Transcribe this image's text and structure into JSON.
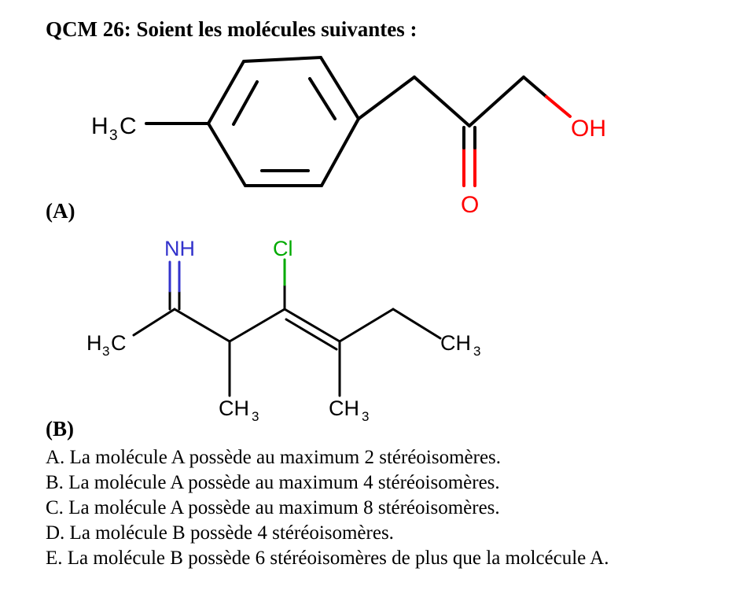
{
  "question_title": "QCM 26: Soient les molécules suivantes :",
  "molecule_a": {
    "label": "(A)",
    "atoms": {
      "methyl_h": "H",
      "methyl_sub": "3",
      "methyl_c": "C",
      "hydroxyl": "OH",
      "carbonyl_o": "O"
    },
    "colors": {
      "bond": "#000000",
      "oxygen": "#ff0000"
    }
  },
  "molecule_b": {
    "label": "(B)",
    "atoms": {
      "imine": "NH",
      "chlorine": "Cl",
      "left_methyl_h": "H",
      "left_methyl_sub": "3",
      "left_methyl_c": "C",
      "right_methyl_c": "CH",
      "right_methyl_sub": "3",
      "methyl_1_c": "CH",
      "methyl_1_sub": "3",
      "methyl_2_c": "CH",
      "methyl_2_sub": "3"
    },
    "colors": {
      "bond": "#000000",
      "nitrogen": "#3333cc",
      "chlorine": "#00aa00"
    }
  },
  "options": [
    "A. La molécule A possède au maximum 2 stéréoisomères.",
    "B. La molécule A possède au maximum 4 stéréoisomères.",
    "C. La molécule A possède au maximum 8 stéréoisomères.",
    "D. La molécule B possède 4 stéréoisomères.",
    "E. La molécule B possède 6 stéréoisomères de plus que la molcécule A."
  ]
}
